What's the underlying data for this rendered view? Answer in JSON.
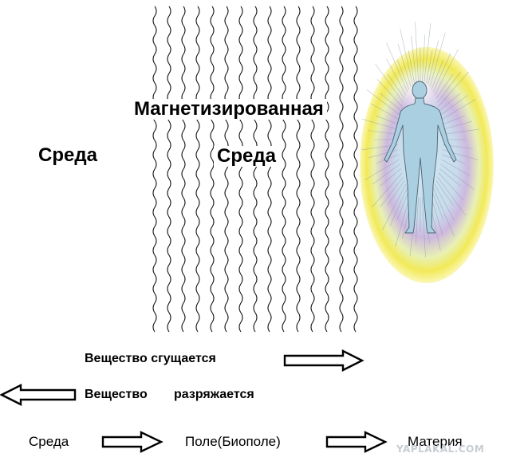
{
  "labels": {
    "magnetized": "Магнетизированная",
    "medium_left": "Среда",
    "medium_center": "Среда",
    "thickens": "Вещество сгущается",
    "rarefies_word1": "Вещество",
    "rarefies_word2": "разряжается",
    "flow_medium": "Среда",
    "flow_field": "Поле(Биополе)",
    "flow_matter": "Материя"
  },
  "watermark": "YAPLAKAL.COM",
  "icons": {
    "wave_field": "wavy-lines",
    "human_figure": "human-aura-figure",
    "arrow_right": "hollow-arrow-right",
    "arrow_left": "hollow-arrow-left"
  },
  "colors": {
    "ink": "#000000",
    "aura_outer": "#f2ea58",
    "aura_inner": "#c9e6f0",
    "aura_violet": "#c7b3de",
    "figure": "#a9cfe0",
    "watermark": "#c8ccd4"
  }
}
